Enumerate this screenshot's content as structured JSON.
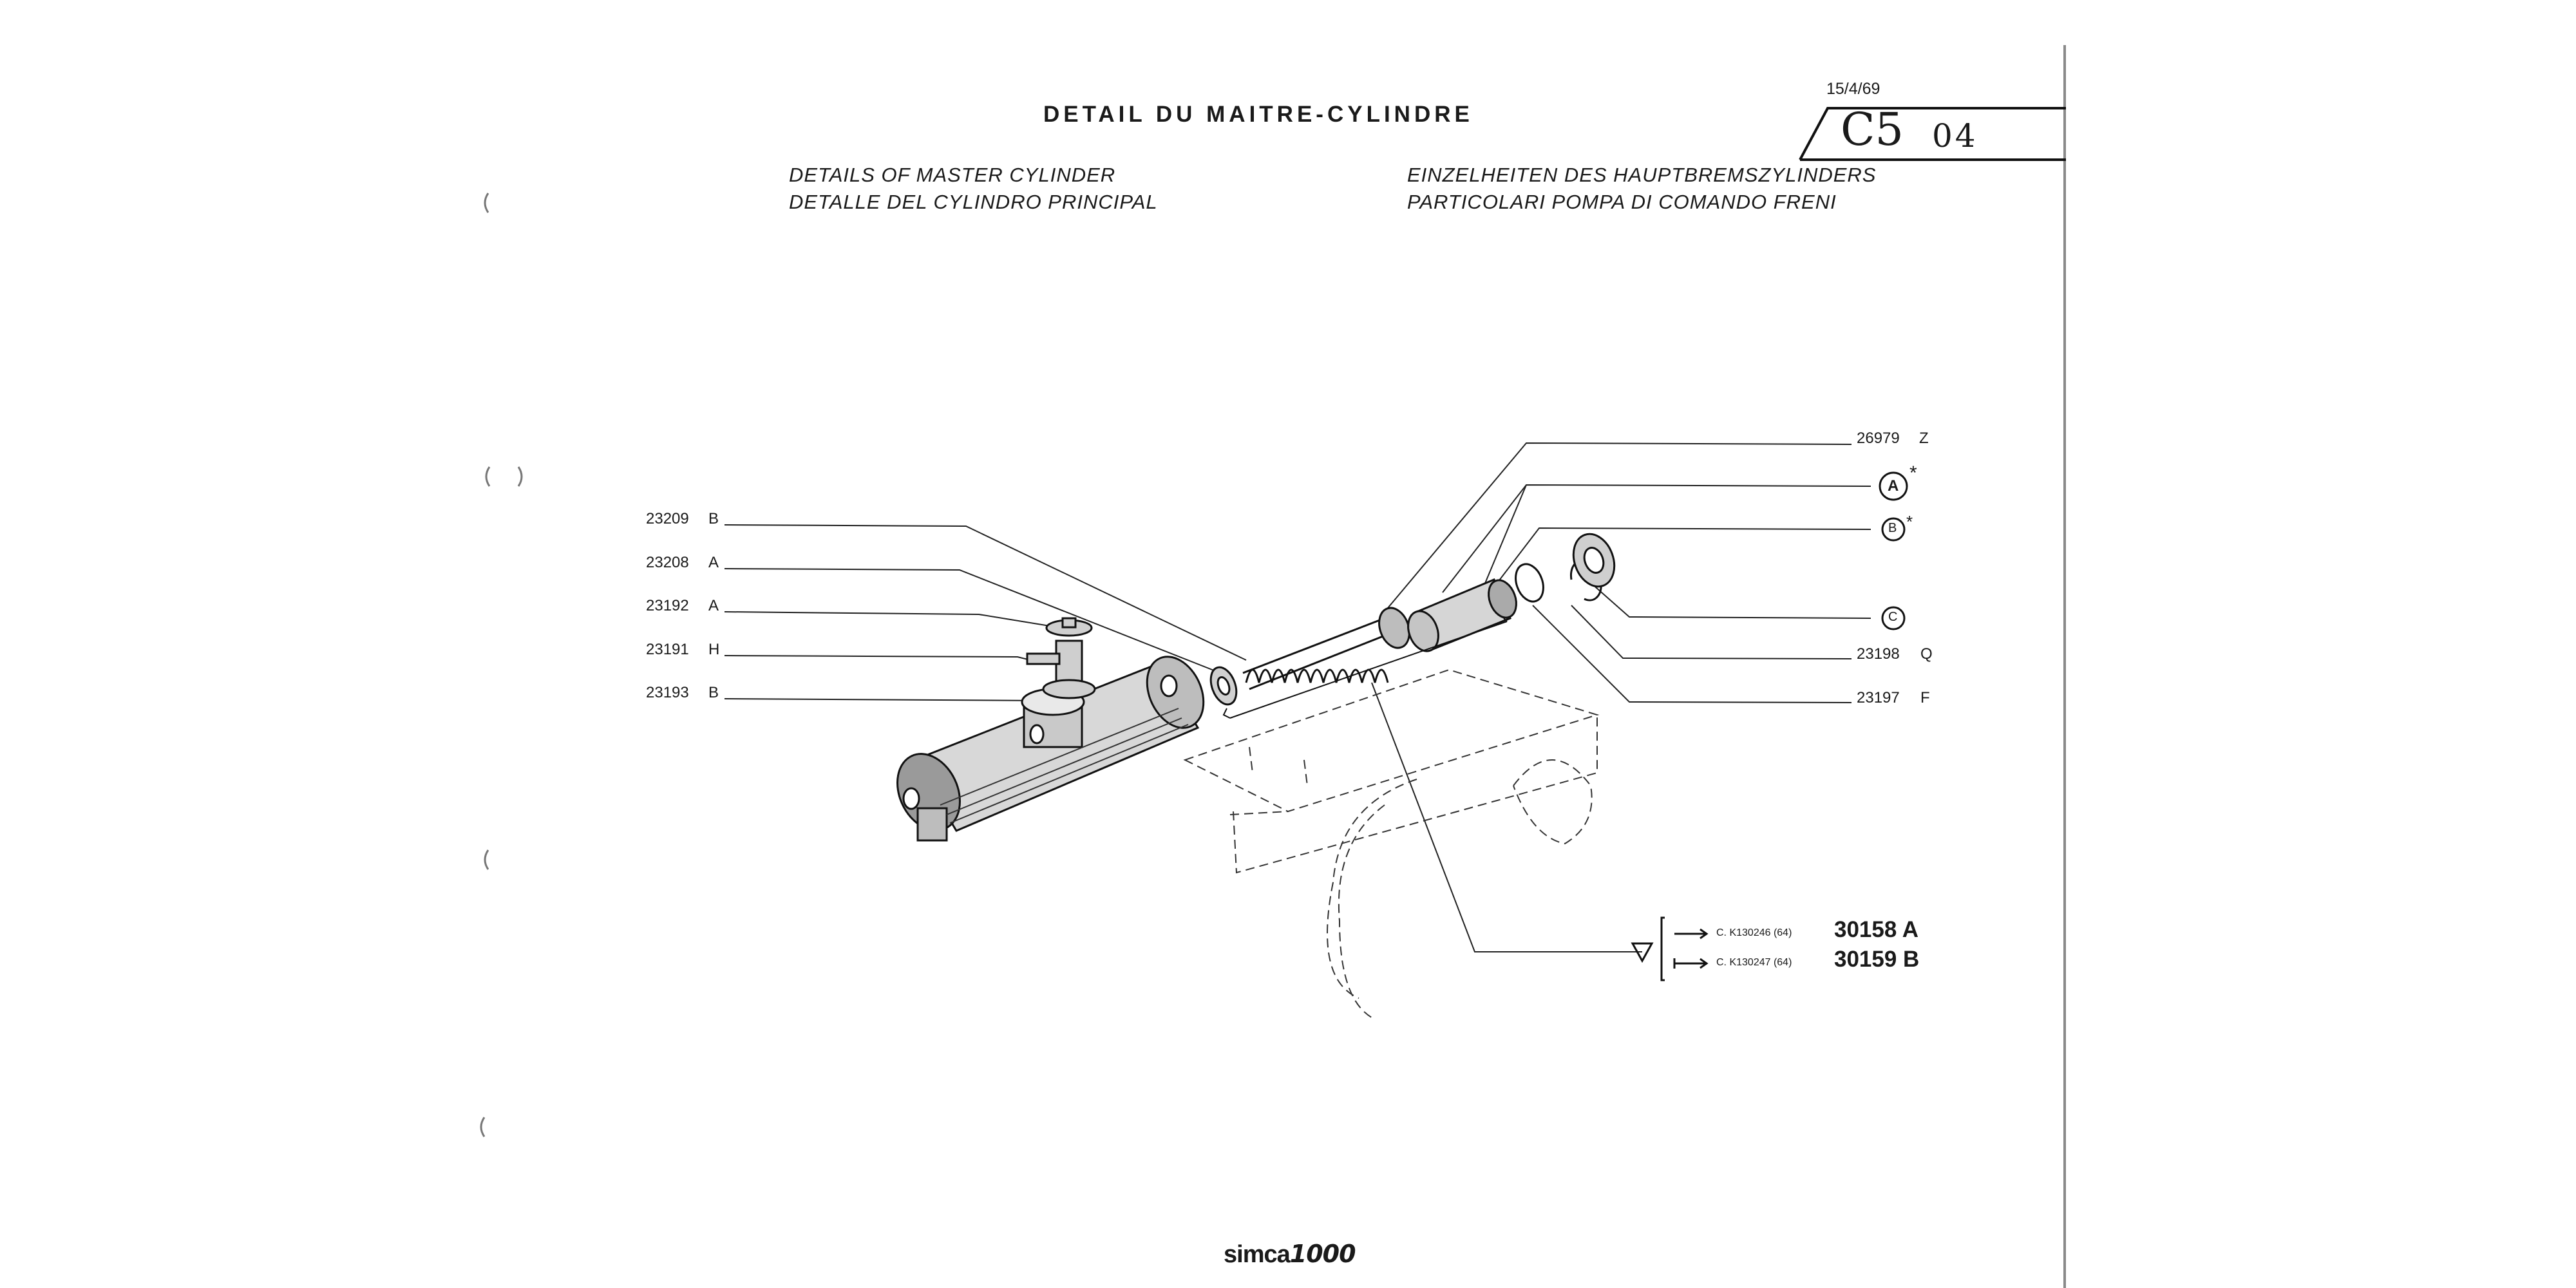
{
  "header": {
    "date": "15/4/69",
    "title_fr": "DETAIL DU MAITRE-CYLINDRE",
    "subtitle_en": "DETAILS OF MASTER CYLINDER",
    "subtitle_es": "DETALLE DEL CYLINDRO PRINCIPAL",
    "subtitle_de": "EINZELHEITEN DES HAUPTBREMSZYLINDERS",
    "subtitle_it": "PARTICOLARI POMPA DI COMANDO FRENI",
    "ref_section": "C5",
    "ref_page": "04"
  },
  "left_parts": [
    {
      "number": "23209",
      "letter": "B"
    },
    {
      "number": "23208",
      "letter": "A"
    },
    {
      "number": "23192",
      "letter": "A"
    },
    {
      "number": "23191",
      "letter": "H"
    },
    {
      "number": "23193",
      "letter": "B"
    }
  ],
  "right_parts": {
    "top": {
      "number": "26979",
      "letter": "Z"
    },
    "circle_a": "A",
    "circle_b": "B",
    "circle_c": "C",
    "mid1": {
      "number": "23198",
      "letter": "Q"
    },
    "mid2": {
      "number": "23197",
      "letter": "F"
    },
    "asterisk": "*"
  },
  "variants": [
    {
      "ref": "C. K130246 (64)",
      "part": "30158 A"
    },
    {
      "ref": "C. K130247 (64)",
      "part": "30159 B"
    }
  ],
  "footer": {
    "brand": "simca",
    "model": "1000"
  }
}
